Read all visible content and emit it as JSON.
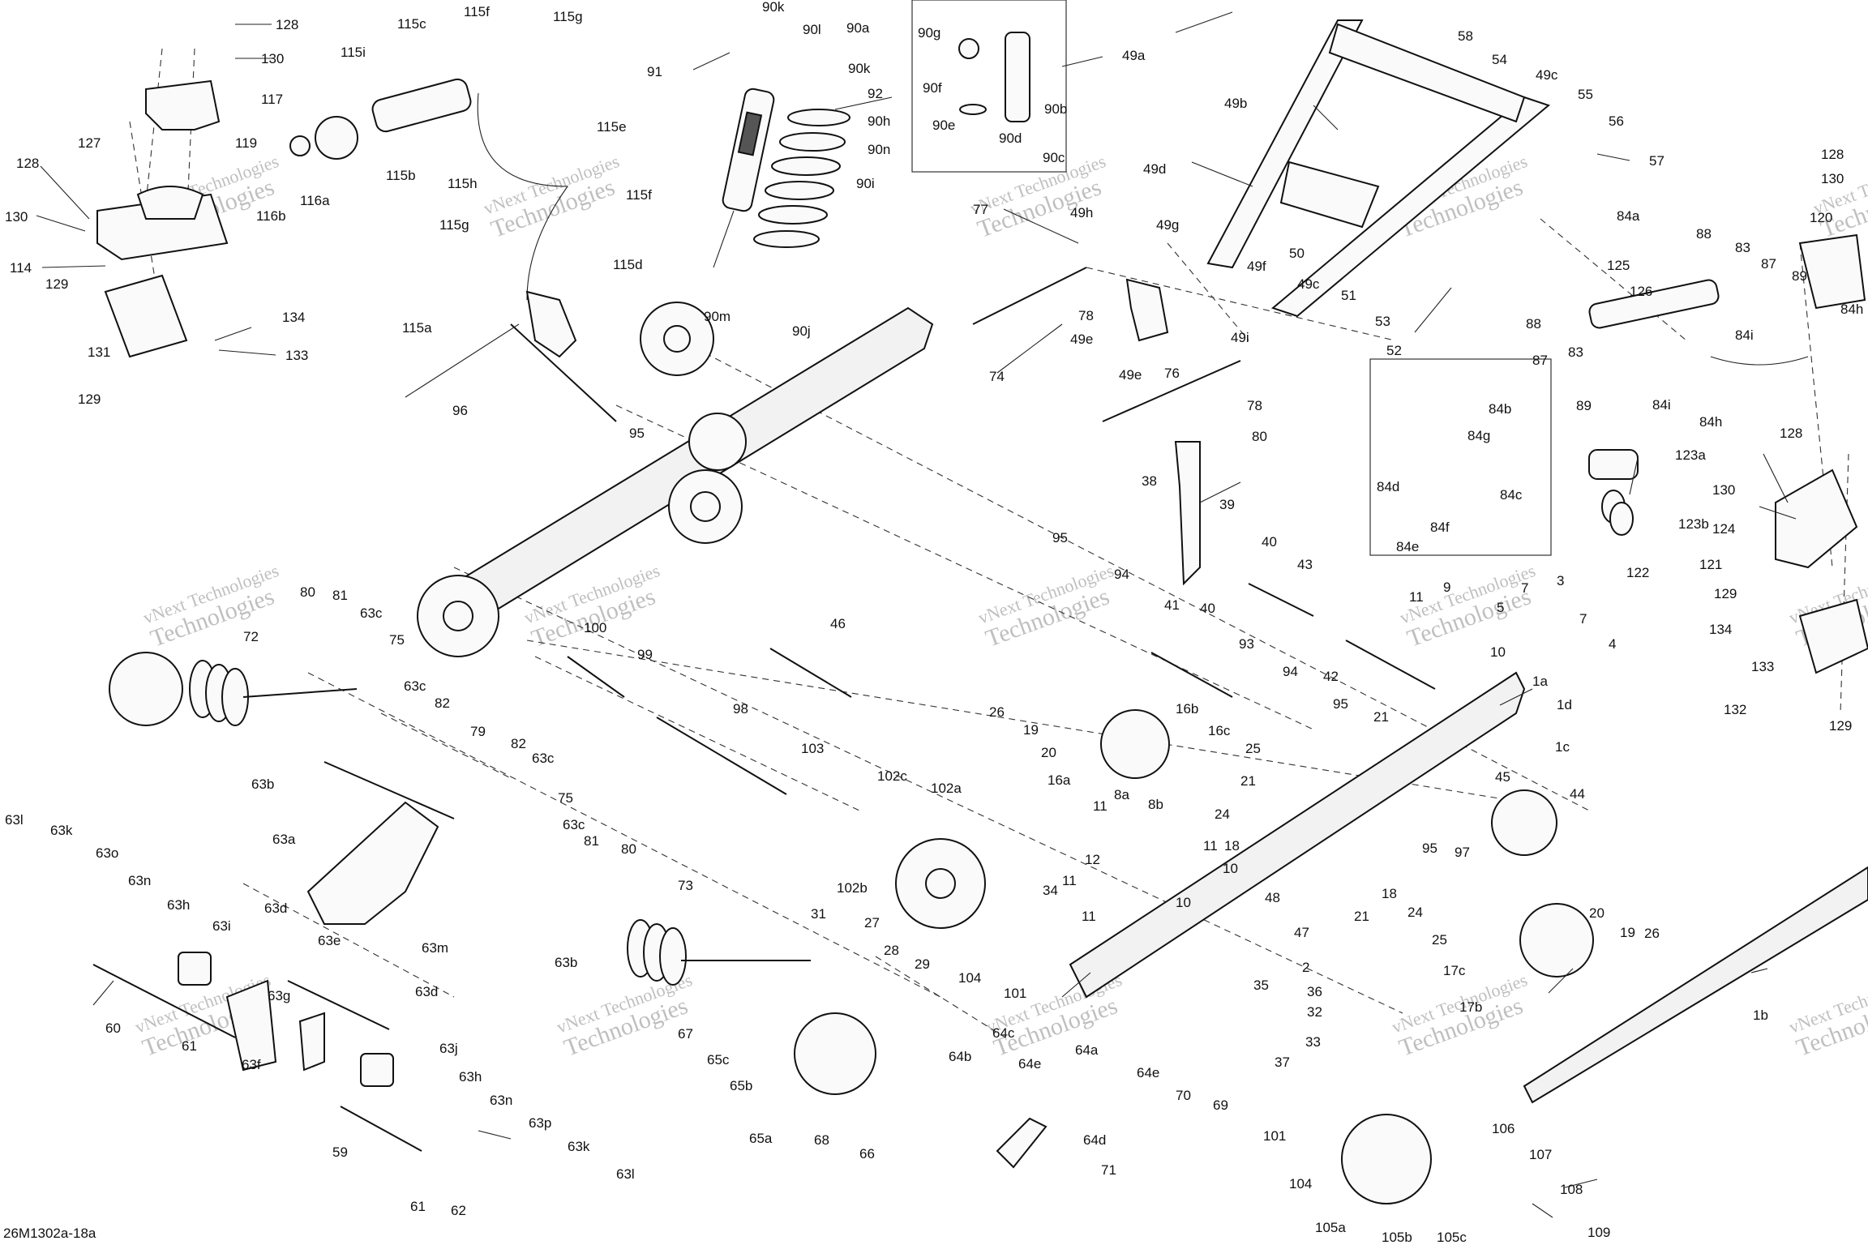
{
  "drawing_code": "26M1302a-18a",
  "watermark_lines": [
    "vNext Technologies",
    "Technologies"
  ],
  "callouts": [
    {
      "id": "c128a",
      "t": "128"
    },
    {
      "id": "c130a",
      "t": "130"
    },
    {
      "id": "c117",
      "t": "117"
    },
    {
      "id": "c119",
      "t": "119"
    },
    {
      "id": "c127",
      "t": "127"
    },
    {
      "id": "c128b",
      "t": "128"
    },
    {
      "id": "c130b",
      "t": "130"
    },
    {
      "id": "c114",
      "t": "114"
    },
    {
      "id": "c116b",
      "t": "116b"
    },
    {
      "id": "c116a",
      "t": "116a"
    },
    {
      "id": "c134a",
      "t": "134"
    },
    {
      "id": "c133a",
      "t": "133"
    },
    {
      "id": "c131",
      "t": "131"
    },
    {
      "id": "c129a",
      "t": "129"
    },
    {
      "id": "c129b",
      "t": "129"
    },
    {
      "id": "c115c",
      "t": "115c"
    },
    {
      "id": "c115f",
      "t": "115f"
    },
    {
      "id": "c115g",
      "t": "115g"
    },
    {
      "id": "c115i",
      "t": "115i"
    },
    {
      "id": "c115b",
      "t": "115b"
    },
    {
      "id": "c115h",
      "t": "115h"
    },
    {
      "id": "c115e",
      "t": "115e"
    },
    {
      "id": "c115f2",
      "t": "115f"
    },
    {
      "id": "c115g2",
      "t": "115g"
    },
    {
      "id": "c115d",
      "t": "115d"
    },
    {
      "id": "c115a",
      "t": "115a"
    },
    {
      "id": "c90k",
      "t": "90k"
    },
    {
      "id": "c90l",
      "t": "90l"
    },
    {
      "id": "c90a",
      "t": "90a"
    },
    {
      "id": "c91",
      "t": "91"
    },
    {
      "id": "c90k2",
      "t": "90k"
    },
    {
      "id": "c92",
      "t": "92"
    },
    {
      "id": "c90h",
      "t": "90h"
    },
    {
      "id": "c90n",
      "t": "90n"
    },
    {
      "id": "c90i",
      "t": "90i"
    },
    {
      "id": "c90m",
      "t": "90m"
    },
    {
      "id": "c90j",
      "t": "90j"
    },
    {
      "id": "c90g",
      "t": "90g"
    },
    {
      "id": "c90f",
      "t": "90f"
    },
    {
      "id": "c90e",
      "t": "90e"
    },
    {
      "id": "c90d",
      "t": "90d"
    },
    {
      "id": "c90b",
      "t": "90b"
    },
    {
      "id": "c90c",
      "t": "90c"
    },
    {
      "id": "c49a",
      "t": "49a"
    },
    {
      "id": "c49b",
      "t": "49b"
    },
    {
      "id": "c58",
      "t": "58"
    },
    {
      "id": "c54",
      "t": "54"
    },
    {
      "id": "c49c",
      "t": "49c"
    },
    {
      "id": "c55",
      "t": "55"
    },
    {
      "id": "c56",
      "t": "56"
    },
    {
      "id": "c57",
      "t": "57"
    },
    {
      "id": "c49d",
      "t": "49d"
    },
    {
      "id": "c49h",
      "t": "49h"
    },
    {
      "id": "c49g",
      "t": "49g"
    },
    {
      "id": "c77",
      "t": "77"
    },
    {
      "id": "c49f",
      "t": "49f"
    },
    {
      "id": "c50",
      "t": "50"
    },
    {
      "id": "c49c2",
      "t": "49c"
    },
    {
      "id": "c51",
      "t": "51"
    },
    {
      "id": "c53",
      "t": "53"
    },
    {
      "id": "c52",
      "t": "52"
    },
    {
      "id": "c78",
      "t": "78"
    },
    {
      "id": "c49e",
      "t": "49e"
    },
    {
      "id": "c49i",
      "t": "49i"
    },
    {
      "id": "c74",
      "t": "74"
    },
    {
      "id": "c49e2",
      "t": "49e"
    },
    {
      "id": "c76",
      "t": "76"
    },
    {
      "id": "c78b",
      "t": "78"
    },
    {
      "id": "c80a",
      "t": "80"
    },
    {
      "id": "c96",
      "t": "96"
    },
    {
      "id": "c95a",
      "t": "95"
    },
    {
      "id": "c128c",
      "t": "128"
    },
    {
      "id": "c130c",
      "t": "130"
    },
    {
      "id": "c120",
      "t": "120"
    },
    {
      "id": "c84a",
      "t": "84a"
    },
    {
      "id": "c88",
      "t": "88"
    },
    {
      "id": "c83",
      "t": "83"
    },
    {
      "id": "c87",
      "t": "87"
    },
    {
      "id": "c89",
      "t": "89"
    },
    {
      "id": "c84h",
      "t": "84h"
    },
    {
      "id": "c125",
      "t": "125"
    },
    {
      "id": "c126",
      "t": "126"
    },
    {
      "id": "c88b",
      "t": "88"
    },
    {
      "id": "c87b",
      "t": "87"
    },
    {
      "id": "c83b",
      "t": "83"
    },
    {
      "id": "c84i",
      "t": "84i"
    },
    {
      "id": "c89b",
      "t": "89"
    },
    {
      "id": "c84i2",
      "t": "84i"
    },
    {
      "id": "c84h2",
      "t": "84h"
    },
    {
      "id": "c84b",
      "t": "84b"
    },
    {
      "id": "c84g",
      "t": "84g"
    },
    {
      "id": "c84d",
      "t": "84d"
    },
    {
      "id": "c84c",
      "t": "84c"
    },
    {
      "id": "c84f",
      "t": "84f"
    },
    {
      "id": "c84e",
      "t": "84e"
    },
    {
      "id": "c128d",
      "t": "128"
    },
    {
      "id": "c123a",
      "t": "123a"
    },
    {
      "id": "c130d",
      "t": "130"
    },
    {
      "id": "c123b",
      "t": "123b"
    },
    {
      "id": "c124",
      "t": "124"
    },
    {
      "id": "c122",
      "t": "122"
    },
    {
      "id": "c121",
      "t": "121"
    },
    {
      "id": "c129c",
      "t": "129"
    },
    {
      "id": "c134b",
      "t": "134"
    },
    {
      "id": "c133b",
      "t": "133"
    },
    {
      "id": "c132",
      "t": "132"
    },
    {
      "id": "c129d",
      "t": "129"
    },
    {
      "id": "c38",
      "t": "38"
    },
    {
      "id": "c39",
      "t": "39"
    },
    {
      "id": "c40",
      "t": "40"
    },
    {
      "id": "c41",
      "t": "41"
    },
    {
      "id": "c40b",
      "t": "40"
    },
    {
      "id": "c43",
      "t": "43"
    },
    {
      "id": "c95b",
      "t": "95"
    },
    {
      "id": "c94",
      "t": "94"
    },
    {
      "id": "c93",
      "t": "93"
    },
    {
      "id": "c42",
      "t": "42"
    },
    {
      "id": "c94b",
      "t": "94"
    },
    {
      "id": "c95c",
      "t": "95"
    },
    {
      "id": "c11a",
      "t": "11"
    },
    {
      "id": "c9",
      "t": "9"
    },
    {
      "id": "c5",
      "t": "5"
    },
    {
      "id": "c7",
      "t": "7"
    },
    {
      "id": "c3",
      "t": "3"
    },
    {
      "id": "c10a",
      "t": "10"
    },
    {
      "id": "c7b",
      "t": "7"
    },
    {
      "id": "c4",
      "t": "4"
    },
    {
      "id": "c1a",
      "t": "1a"
    },
    {
      "id": "c1d",
      "t": "1d"
    },
    {
      "id": "c1c",
      "t": "1c"
    },
    {
      "id": "c44",
      "t": "44"
    },
    {
      "id": "c45",
      "t": "45"
    },
    {
      "id": "c21a",
      "t": "21"
    },
    {
      "id": "c26a",
      "t": "26"
    },
    {
      "id": "c19a",
      "t": "19"
    },
    {
      "id": "c20a",
      "t": "20"
    },
    {
      "id": "c16a",
      "t": "16a"
    },
    {
      "id": "c16b",
      "t": "16b"
    },
    {
      "id": "c16c",
      "t": "16c"
    },
    {
      "id": "c25a",
      "t": "25"
    },
    {
      "id": "c21b",
      "t": "21"
    },
    {
      "id": "c8a",
      "t": "8a"
    },
    {
      "id": "c8b",
      "t": "8b"
    },
    {
      "id": "c11b",
      "t": "11"
    },
    {
      "id": "c11c",
      "t": "11"
    },
    {
      "id": "c24a",
      "t": "24"
    },
    {
      "id": "c18a",
      "t": "18"
    },
    {
      "id": "c10b",
      "t": "10"
    },
    {
      "id": "c12",
      "t": "12"
    },
    {
      "id": "c11d",
      "t": "11"
    },
    {
      "id": "c34",
      "t": "34"
    },
    {
      "id": "c11e",
      "t": "11"
    },
    {
      "id": "c10c",
      "t": "10"
    },
    {
      "id": "c95d",
      "t": "95"
    },
    {
      "id": "c97",
      "t": "97"
    },
    {
      "id": "c18b",
      "t": "18"
    },
    {
      "id": "c24b",
      "t": "24"
    },
    {
      "id": "c21c",
      "t": "21"
    },
    {
      "id": "c48",
      "t": "48"
    },
    {
      "id": "c47",
      "t": "47"
    },
    {
      "id": "c2",
      "t": "2"
    },
    {
      "id": "c25b",
      "t": "25"
    },
    {
      "id": "c17c",
      "t": "17c"
    },
    {
      "id": "c17b",
      "t": "17b"
    },
    {
      "id": "c20b",
      "t": "20"
    },
    {
      "id": "c19b",
      "t": "19"
    },
    {
      "id": "c26b",
      "t": "26"
    },
    {
      "id": "c1b",
      "t": "1b"
    },
    {
      "id": "c35",
      "t": "35"
    },
    {
      "id": "c36",
      "t": "36"
    },
    {
      "id": "c32",
      "t": "32"
    },
    {
      "id": "c33",
      "t": "33"
    },
    {
      "id": "c37",
      "t": "37"
    },
    {
      "id": "c72",
      "t": "72"
    },
    {
      "id": "c80b",
      "t": "80"
    },
    {
      "id": "c81a",
      "t": "81"
    },
    {
      "id": "c63c1",
      "t": "63c"
    },
    {
      "id": "c75a",
      "t": "75"
    },
    {
      "id": "c100",
      "t": "100"
    },
    {
      "id": "c99",
      "t": "99"
    },
    {
      "id": "c46",
      "t": "46"
    },
    {
      "id": "c98",
      "t": "98"
    },
    {
      "id": "c63b1",
      "t": "63b"
    },
    {
      "id": "c63c2",
      "t": "63c"
    },
    {
      "id": "c82a",
      "t": "82"
    },
    {
      "id": "c79",
      "t": "79"
    },
    {
      "id": "c82b",
      "t": "82"
    },
    {
      "id": "c63c3",
      "t": "63c"
    },
    {
      "id": "c103",
      "t": "103"
    },
    {
      "id": "c102c",
      "t": "102c"
    },
    {
      "id": "c102a",
      "t": "102a"
    },
    {
      "id": "c102b",
      "t": "102b"
    },
    {
      "id": "c63a",
      "t": "63a"
    },
    {
      "id": "c75b",
      "t": "75"
    },
    {
      "id": "c63c4",
      "t": "63c"
    },
    {
      "id": "c81b",
      "t": "81"
    },
    {
      "id": "c80c",
      "t": "80"
    },
    {
      "id": "c73",
      "t": "73"
    },
    {
      "id": "c63l1",
      "t": "63l"
    },
    {
      "id": "c63k1",
      "t": "63k"
    },
    {
      "id": "c63o",
      "t": "63o"
    },
    {
      "id": "c63n1",
      "t": "63n"
    },
    {
      "id": "c63h1",
      "t": "63h"
    },
    {
      "id": "c63i",
      "t": "63i"
    },
    {
      "id": "c63d1",
      "t": "63d"
    },
    {
      "id": "c63e",
      "t": "63e"
    },
    {
      "id": "c63m",
      "t": "63m"
    },
    {
      "id": "c63d2",
      "t": "63d"
    },
    {
      "id": "c63b2",
      "t": "63b"
    },
    {
      "id": "c31",
      "t": "31"
    },
    {
      "id": "c27",
      "t": "27"
    },
    {
      "id": "c28",
      "t": "28"
    },
    {
      "id": "c29",
      "t": "29"
    },
    {
      "id": "c104a",
      "t": "104"
    },
    {
      "id": "c101a",
      "t": "101"
    },
    {
      "id": "c60",
      "t": "60"
    },
    {
      "id": "c61a",
      "t": "61"
    },
    {
      "id": "c63g",
      "t": "63g"
    },
    {
      "id": "c63f",
      "t": "63f"
    },
    {
      "id": "c63j",
      "t": "63j"
    },
    {
      "id": "c63h2",
      "t": "63h"
    },
    {
      "id": "c63n2",
      "t": "63n"
    },
    {
      "id": "c63p",
      "t": "63p"
    },
    {
      "id": "c59",
      "t": "59"
    },
    {
      "id": "c63k2",
      "t": "63k"
    },
    {
      "id": "c63l2",
      "t": "63l"
    },
    {
      "id": "c61b",
      "t": "61"
    },
    {
      "id": "c62",
      "t": "62"
    },
    {
      "id": "c67",
      "t": "67"
    },
    {
      "id": "c65c",
      "t": "65c"
    },
    {
      "id": "c65b",
      "t": "65b"
    },
    {
      "id": "c65a",
      "t": "65a"
    },
    {
      "id": "c68",
      "t": "68"
    },
    {
      "id": "c66",
      "t": "66"
    },
    {
      "id": "c64b",
      "t": "64b"
    },
    {
      "id": "c64c",
      "t": "64c"
    },
    {
      "id": "c64e1",
      "t": "64e"
    },
    {
      "id": "c64a",
      "t": "64a"
    },
    {
      "id": "c64d",
      "t": "64d"
    },
    {
      "id": "c71",
      "t": "71"
    },
    {
      "id": "c64e2",
      "t": "64e"
    },
    {
      "id": "c70",
      "t": "70"
    },
    {
      "id": "c69",
      "t": "69"
    },
    {
      "id": "c101b",
      "t": "101"
    },
    {
      "id": "c104b",
      "t": "104"
    },
    {
      "id": "c105a",
      "t": "105a"
    },
    {
      "id": "c105b",
      "t": "105b"
    },
    {
      "id": "c105c",
      "t": "105c"
    },
    {
      "id": "c106",
      "t": "106"
    },
    {
      "id": "c107",
      "t": "107"
    },
    {
      "id": "c108",
      "t": "108"
    },
    {
      "id": "c109",
      "t": "109"
    }
  ]
}
